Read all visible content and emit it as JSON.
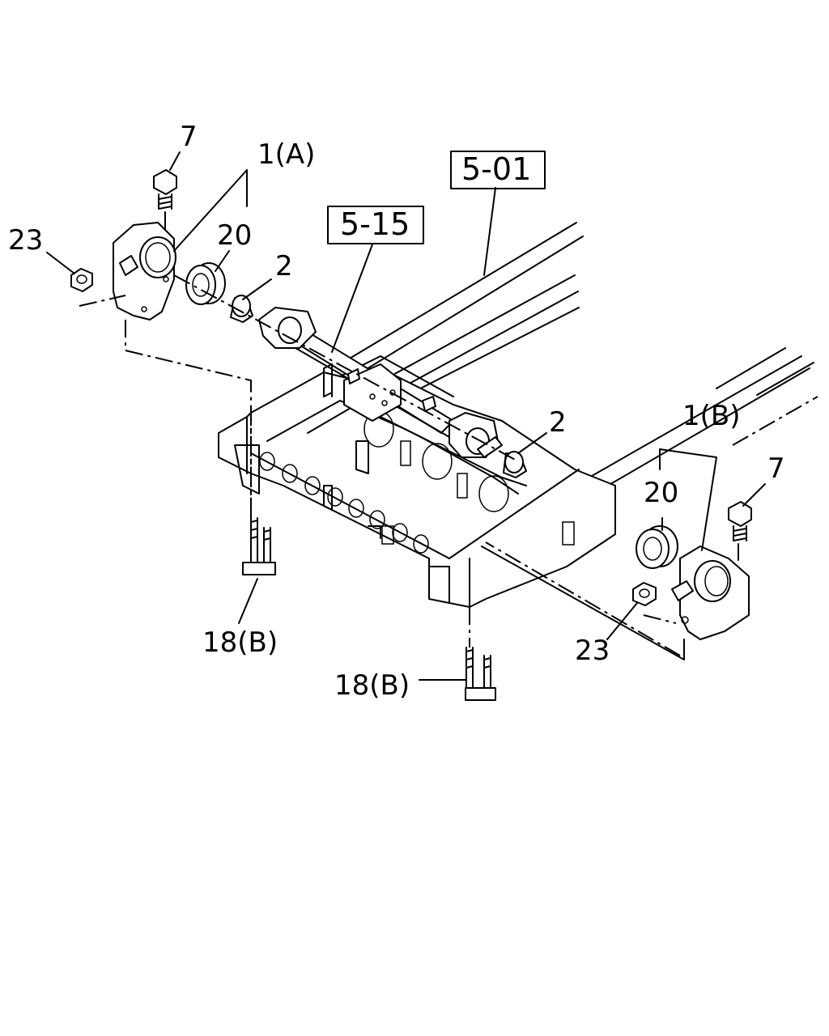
{
  "diagram": {
    "callouts": {
      "bolt_left": "7",
      "bracket_left": "1(A)",
      "nut_left": "23",
      "bushing_left": "20",
      "collar_left": "2",
      "collar_right": "2",
      "bracket_right": "1(B)",
      "bushing_right": "20",
      "bolt_right": "7",
      "nut_right": "23",
      "ubolt_left": "18(B)",
      "ubolt_right": "18(B)"
    },
    "references": {
      "ref_axle": "5-15",
      "ref_frame": "5-01"
    }
  }
}
